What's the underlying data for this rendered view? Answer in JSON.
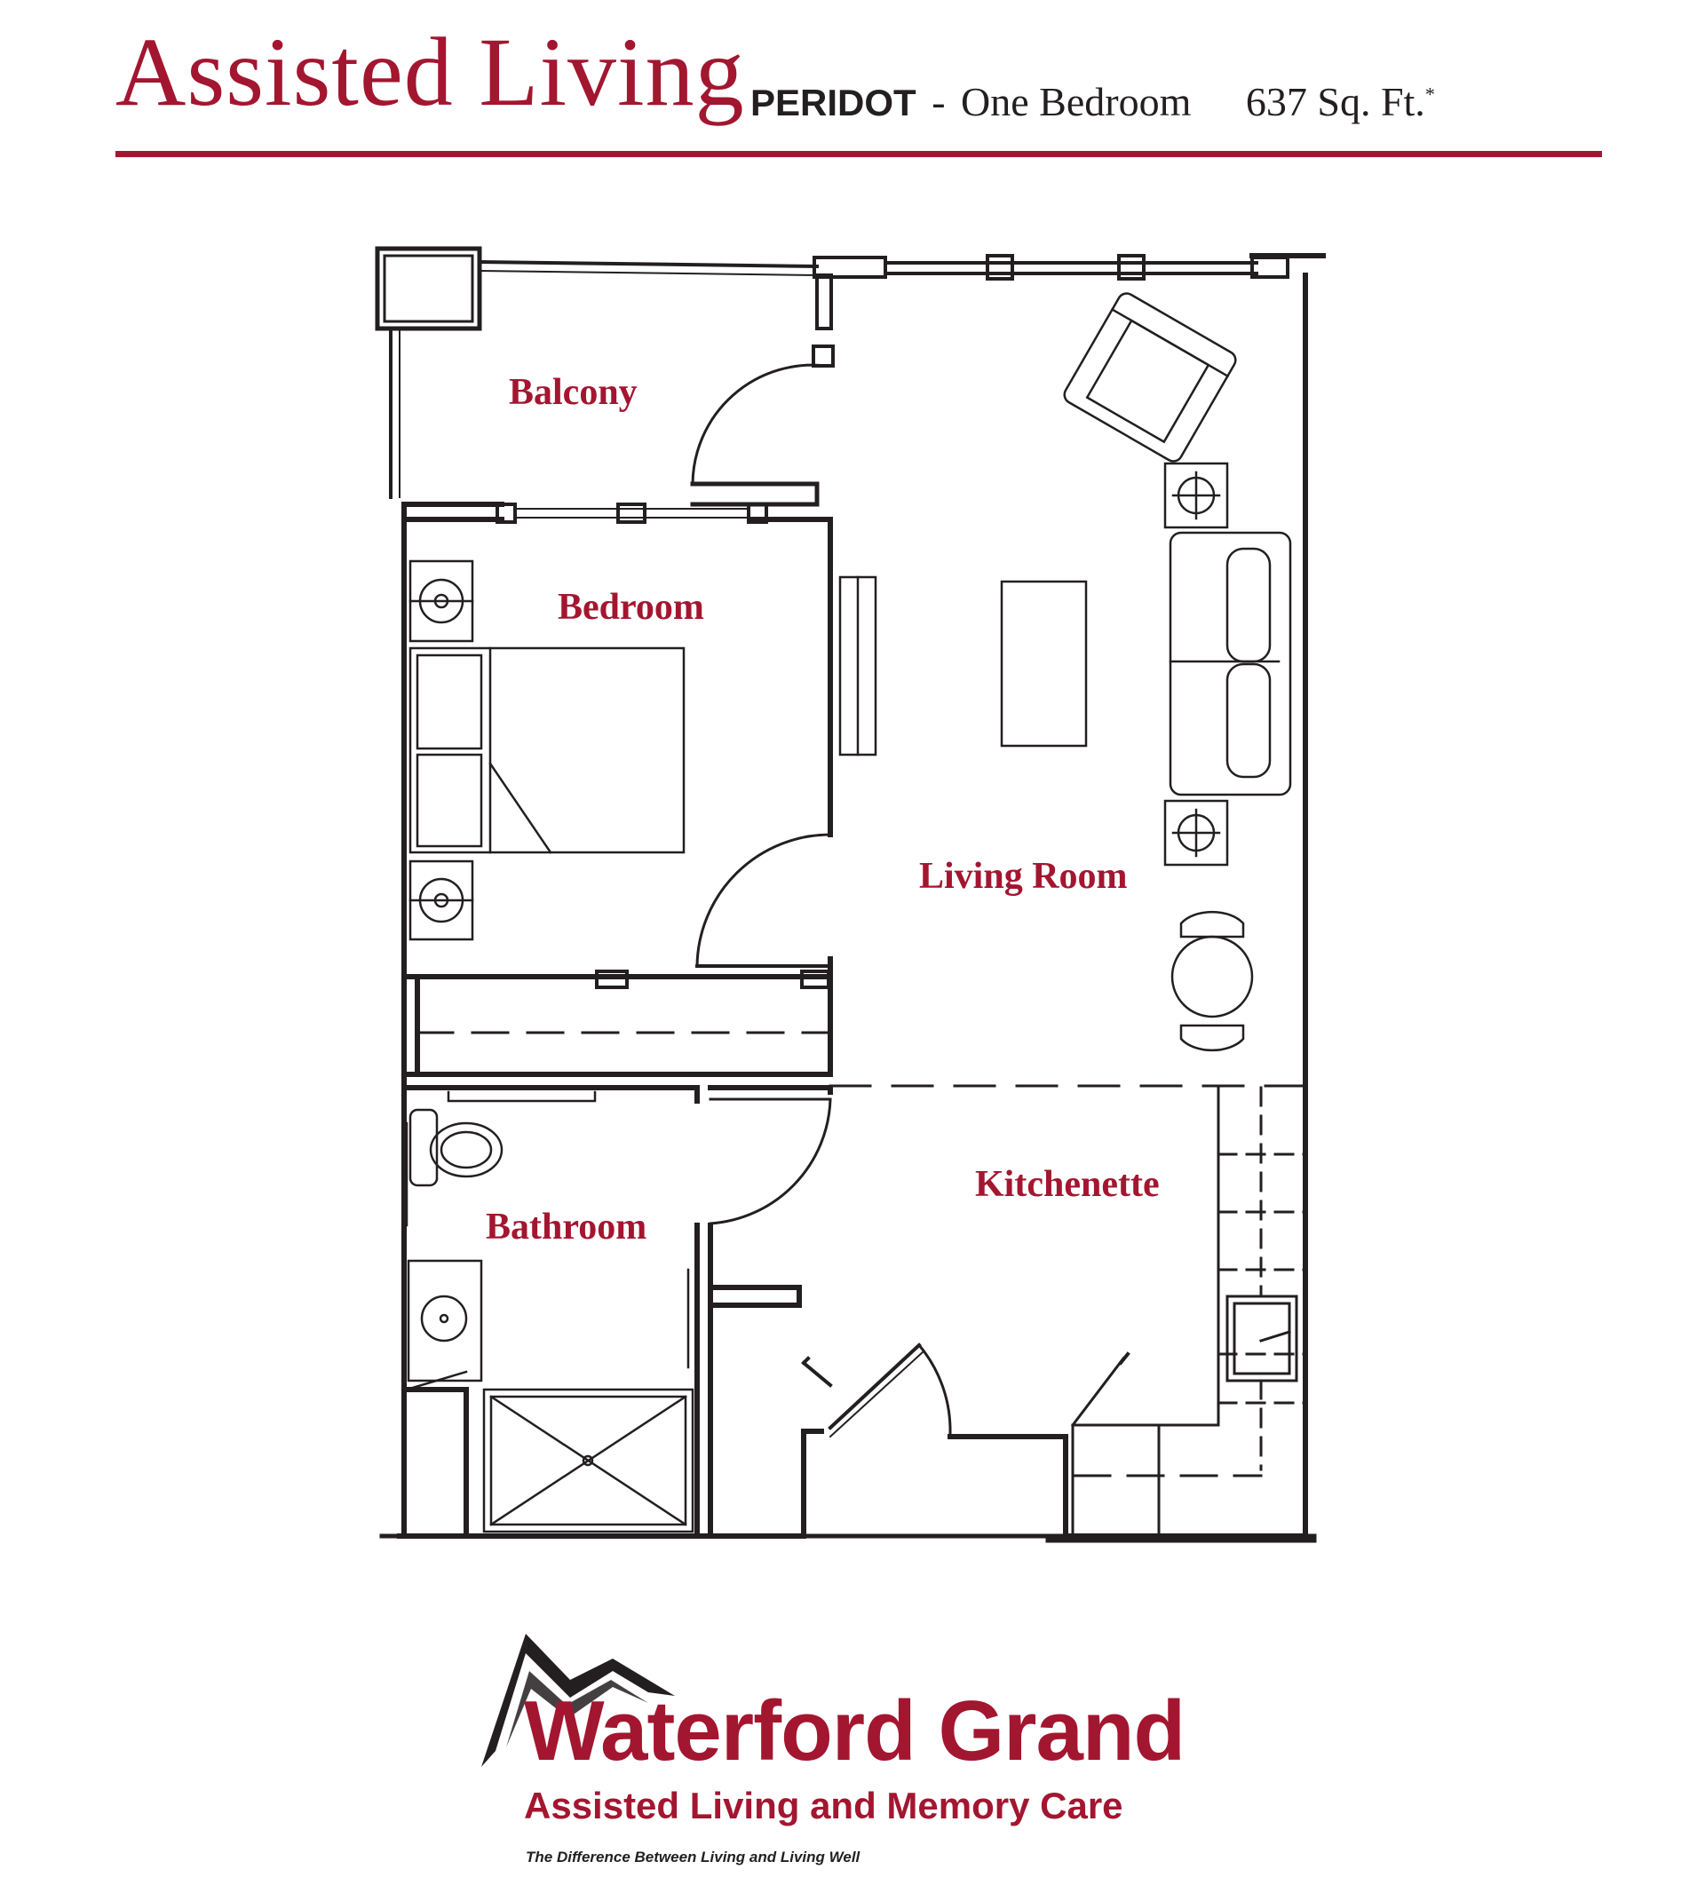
{
  "header": {
    "title": "Assisted Living",
    "unit_name": "PERIDOT",
    "separator": "-",
    "unit_type": "One Bedroom",
    "area": "637 Sq. Ft.",
    "area_mark": "*"
  },
  "rooms": {
    "balcony": "Balcony",
    "bedroom": "Bedroom",
    "living_room": "Living Room",
    "bathroom": "Bathroom",
    "kitchenette": "Kitchenette"
  },
  "brand": {
    "name": "Waterford Grand",
    "subtitle": "Assisted Living and Memory Care",
    "tagline": "The Difference Between Living and Living Well"
  },
  "colors": {
    "accent": "#a31630",
    "line": "#231f20"
  }
}
